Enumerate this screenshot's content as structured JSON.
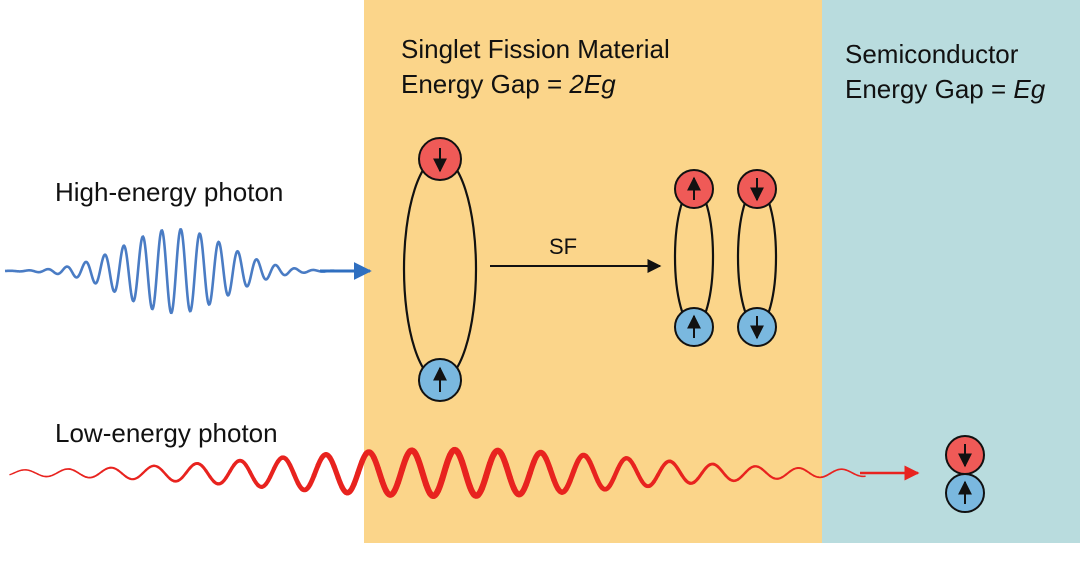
{
  "regions": {
    "singlet_fission": {
      "title": "Singlet Fission Material",
      "gap_prefix": "Energy Gap = ",
      "gap_value": "2Eg",
      "fill": "#fbd58a"
    },
    "semiconductor": {
      "title": "Semiconductor",
      "gap_prefix": "Energy Gap = ",
      "gap_value": "Eg",
      "fill": "#b9dcde"
    }
  },
  "photons": {
    "high": {
      "label": "High-energy photon",
      "color": "#4a7cc4"
    },
    "low": {
      "label": "Low-energy photon",
      "color": "#e8231f"
    }
  },
  "process": {
    "label": "SF"
  },
  "particles": {
    "electron_color": "#ef5a57",
    "hole_color": "#7ab8df"
  }
}
